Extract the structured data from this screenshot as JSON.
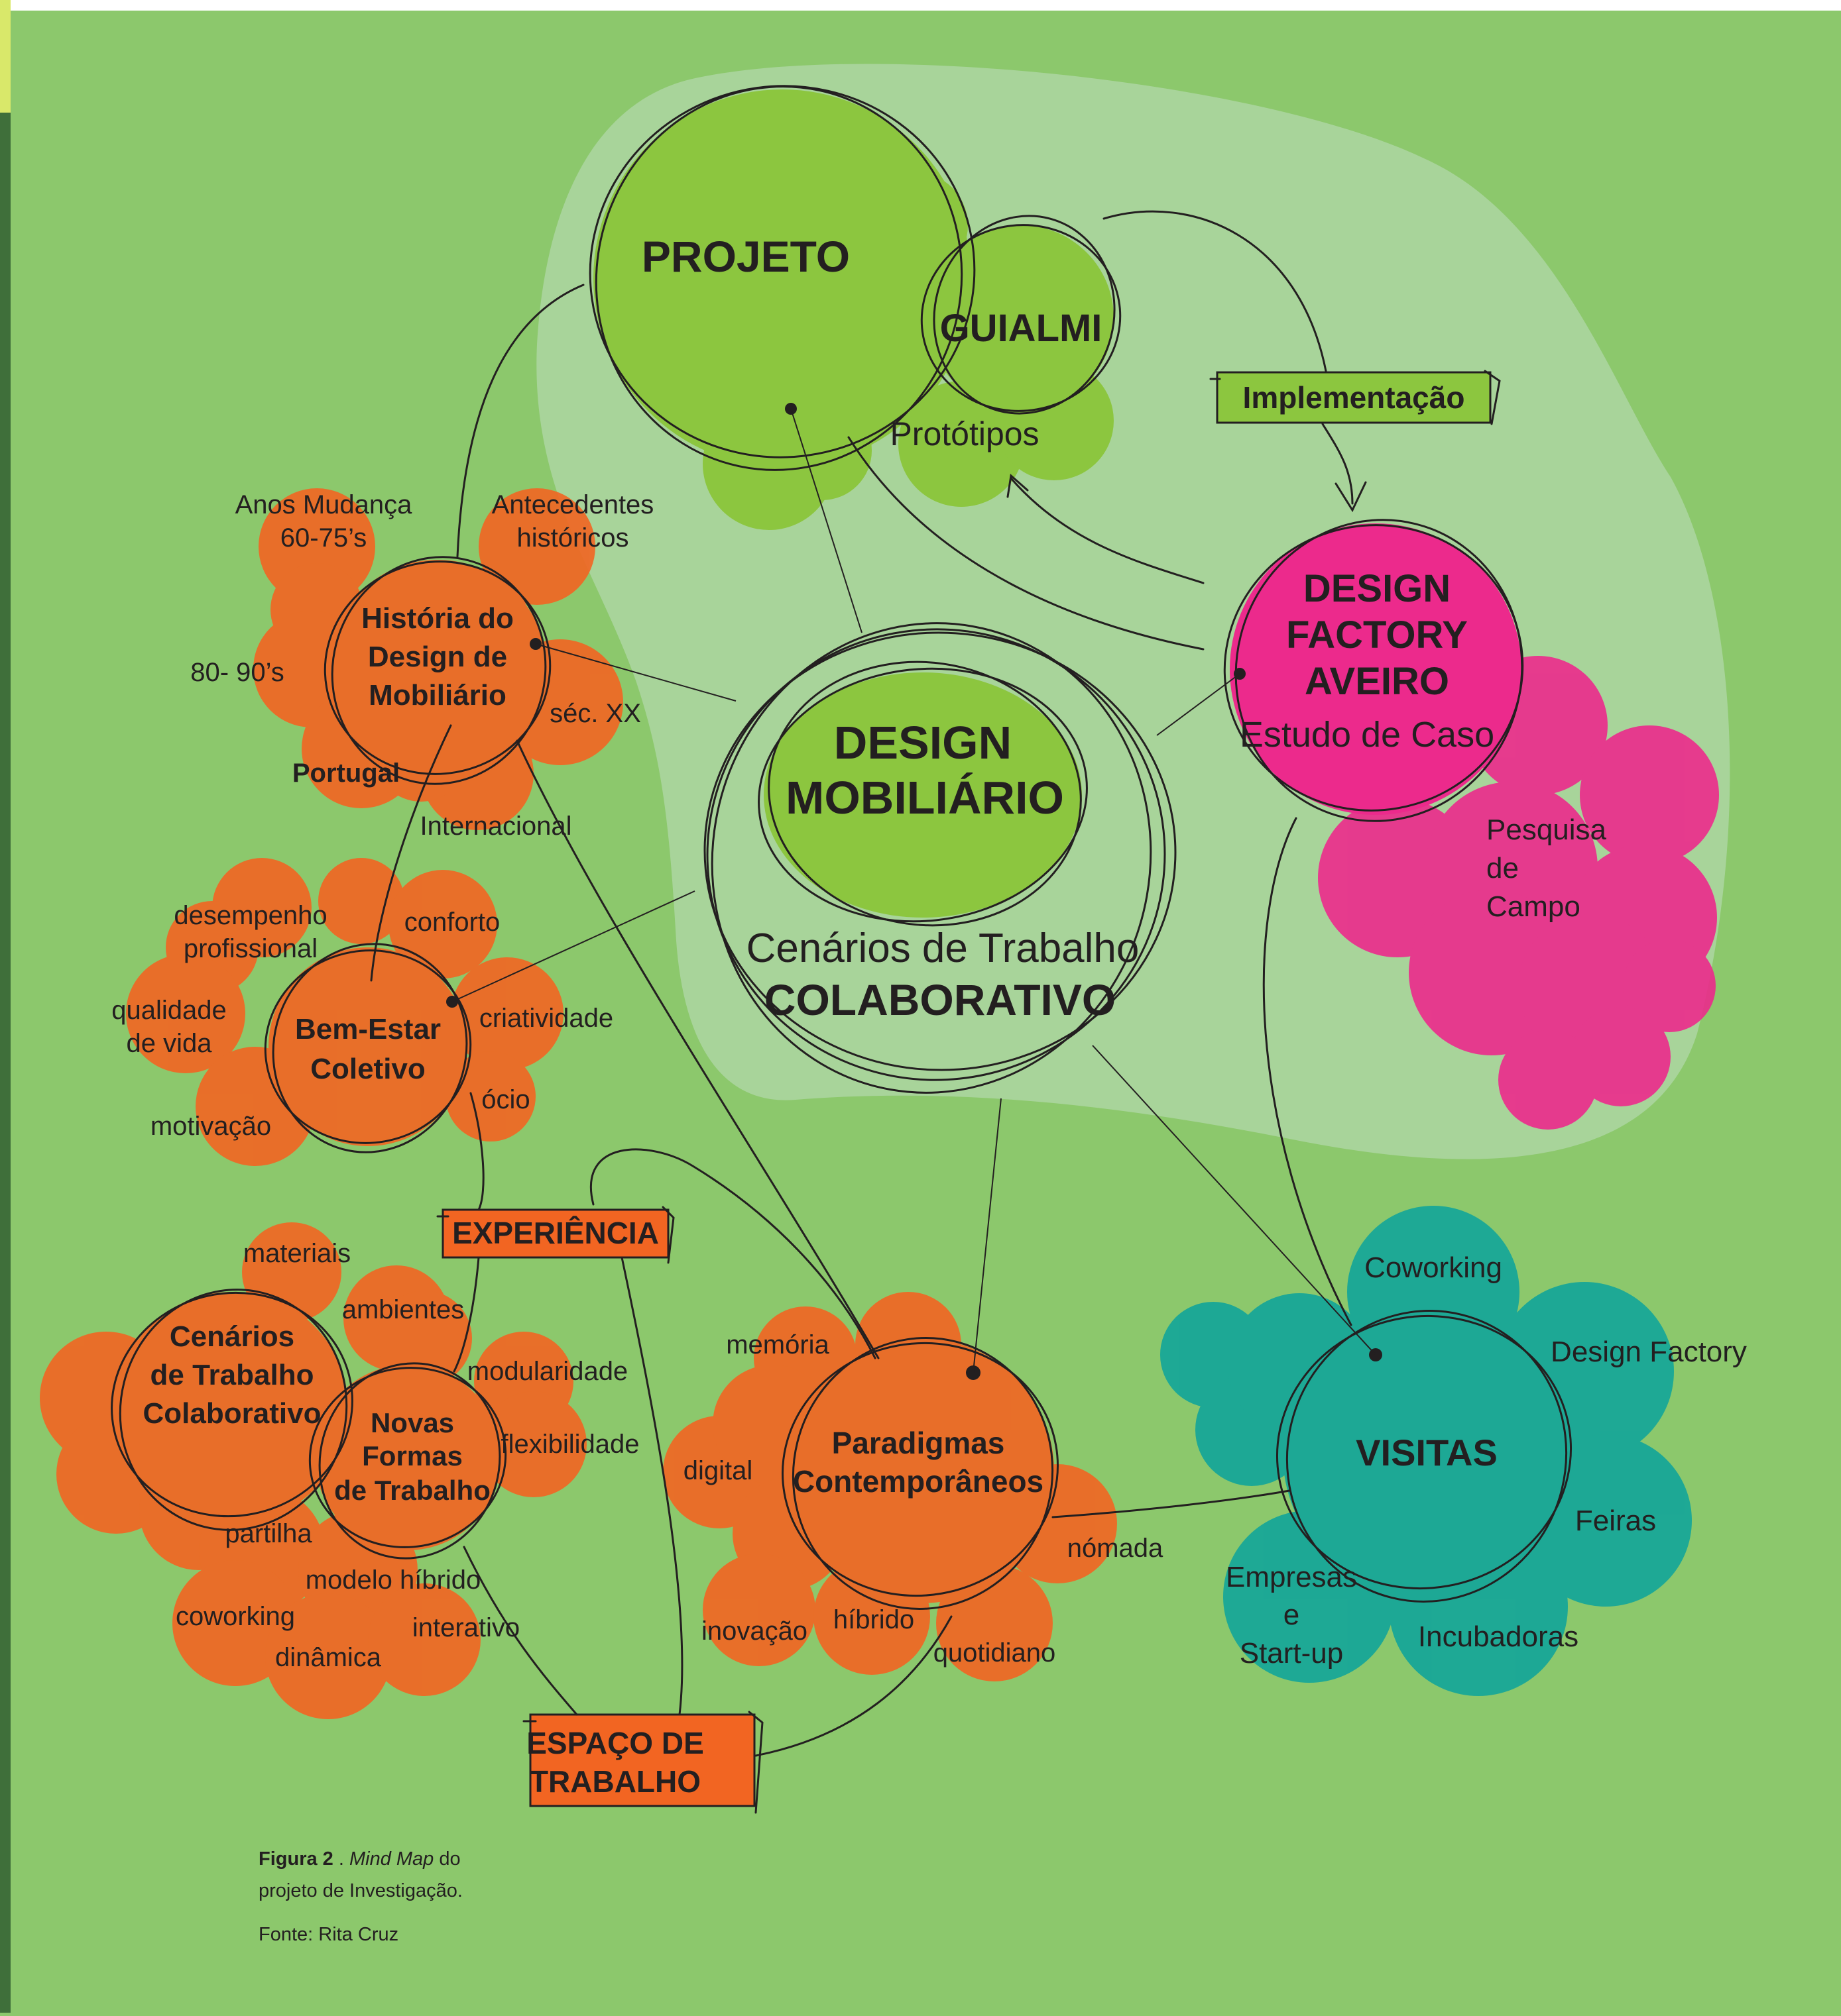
{
  "colors": {
    "background": "#8cc86c",
    "halo": "#a8d49a",
    "lime": "#8cc63f",
    "orange": "#f26522",
    "magenta": "#ec2a8c",
    "teal": "#12a59a",
    "ink": "#231f20"
  },
  "projeto": {
    "title": "PROJETO",
    "guialmi": "GUIALMI",
    "prototipos": "Protótipos"
  },
  "implementacao": "Implementação",
  "dfa": {
    "l1": "DESIGN",
    "l2": "FACTORY",
    "l3": "AVEIRO",
    "sub": "Estudo de Caso"
  },
  "pesquisa": {
    "l1": "Pesquisa",
    "l2": "de",
    "l3": "Campo"
  },
  "center": {
    "l1": "DESIGN",
    "l2": "MOBILIÁRIO",
    "l3": "Cenários de Trabalho",
    "l4": "COLABORATIVO"
  },
  "historia": {
    "l1": "História do",
    "l2": "Design de",
    "l3": "Mobiliário",
    "anos_1": "Anos Mudança",
    "anos_2": "60-75’s",
    "antecedentes_1": "Antecedentes",
    "antecedentes_2": "históricos",
    "oitenta": "80- 90’s",
    "seculo": "séc. XX",
    "portugal": "Portugal",
    "internacional": "Internacional"
  },
  "bem_estar": {
    "l1": "Bem-Estar",
    "l2": "Coletivo",
    "desempenho_1": "desempenho",
    "desempenho_2": "profissional",
    "conforto": "conforto",
    "qualidade_1": "qualidade",
    "qualidade_2": "de vida",
    "criatividade": "criatividade",
    "ocio": "ócio",
    "motivacao": "motivação"
  },
  "experiencia": "EXPERIÊNCIA",
  "cenarios": {
    "l1": "Cenários",
    "l2": "de Trabalho",
    "l3": "Colaborativo",
    "materiais": "materiais",
    "ambientes": "ambientes",
    "partilha": "partilha",
    "coworking": "coworking",
    "dinamica": "dinâmica"
  },
  "novas": {
    "l1": "Novas",
    "l2": "Formas",
    "l3": "de Trabalho",
    "modularidade": "modularidade",
    "flexibilidade": "flexibilidade",
    "modelo_hibrido": "modelo híbrido",
    "interativo": "interativo"
  },
  "paradigmas": {
    "l1": "Paradigmas",
    "l2": "Contemporâneos",
    "memoria": "memória",
    "digital": "digital",
    "nomada": "nómada",
    "inovacao": "inovação",
    "hibrido": "híbrido",
    "quotidiano": "quotidiano"
  },
  "espaco": {
    "l1": "ESPAÇO DE",
    "l2": "TRABALHO"
  },
  "visitas": {
    "title": "VISITAS",
    "coworking": "Coworking",
    "design_factory": "Design Factory",
    "feiras": "Feiras",
    "empresas_1": "Empresas",
    "empresas_2": "e",
    "empresas_3": "Start-up",
    "incubadoras": "Incubadoras"
  },
  "caption": {
    "figura": "Figura 2",
    "sep": " . ",
    "mind_map": "Mind Map",
    "rest_1": " do",
    "rest_2": "projeto de Investigação.",
    "fonte": "Fonte: Rita Cruz"
  }
}
